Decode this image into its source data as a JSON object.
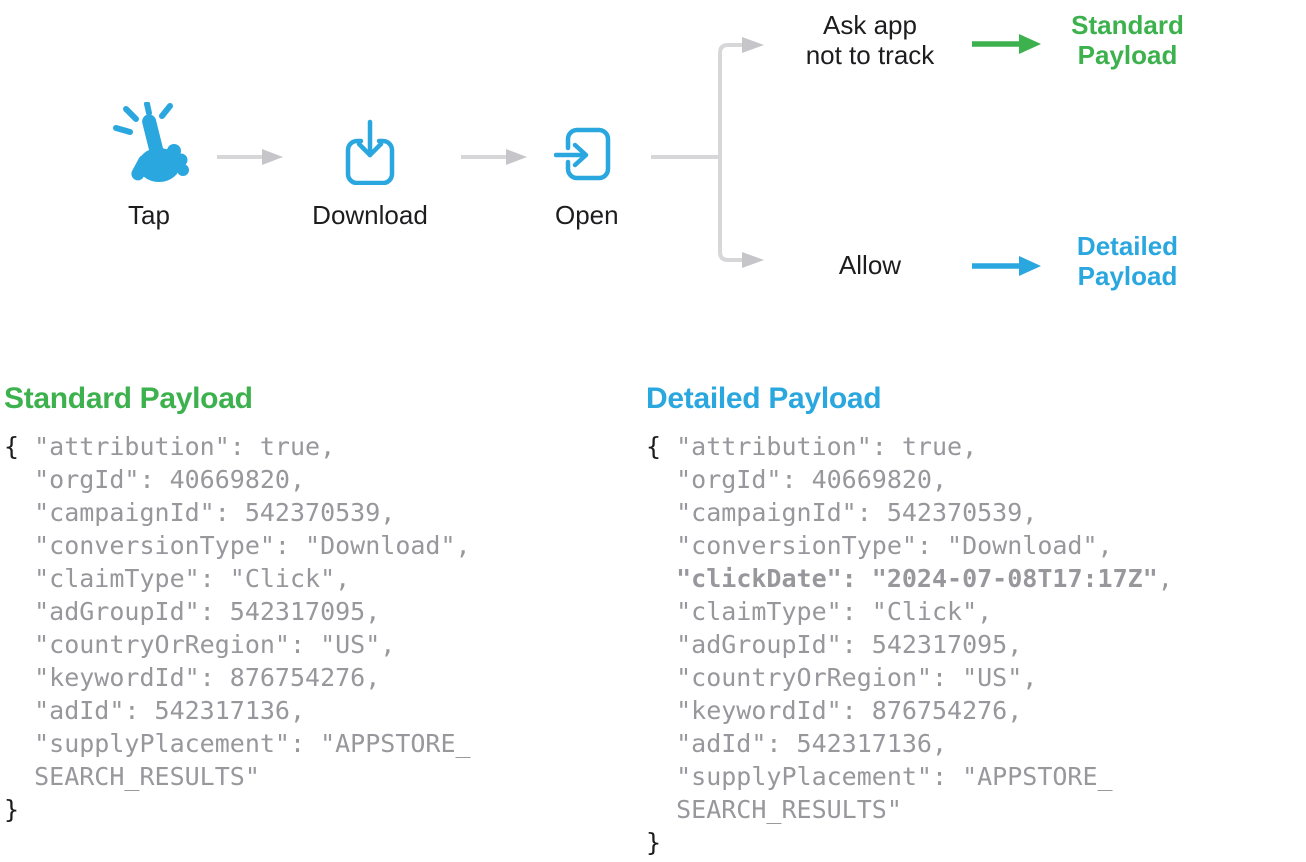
{
  "colors": {
    "blue": "#2BA7DF",
    "green": "#3CB14E",
    "gray_line": "#D7D7DA",
    "gray_head": "#C6C6CA",
    "text_dark": "#1D1D1F",
    "code_gray": "#97979C"
  },
  "flow": {
    "steps": [
      {
        "label": "Tap",
        "icon": "tap-hand-icon"
      },
      {
        "label": "Download",
        "icon": "download-tray-icon"
      },
      {
        "label": "Open",
        "icon": "open-app-icon"
      }
    ],
    "branches": [
      {
        "condition": "Ask app\nnot to track",
        "result": "Standard\nPayload",
        "arrow_color": "#3CB14E"
      },
      {
        "condition": "Allow",
        "result": "Detailed\nPayload",
        "arrow_color": "#2BA7DF"
      }
    ]
  },
  "payloads": [
    {
      "title": "Standard Payload",
      "lines": [
        [
          {
            "t": "{ ",
            "s": "dark"
          },
          {
            "t": "\"attribution\": true,",
            "s": "gray"
          }
        ],
        [
          {
            "t": "  \"orgId\": 40669820,",
            "s": "gray"
          }
        ],
        [
          {
            "t": "  \"campaignId\": 542370539,",
            "s": "gray"
          }
        ],
        [
          {
            "t": "  \"conversionType\": \"Download\",",
            "s": "gray"
          }
        ],
        [
          {
            "t": "  \"claimType\": \"Click\",",
            "s": "gray"
          }
        ],
        [
          {
            "t": "  \"adGroupId\": 542317095,",
            "s": "gray"
          }
        ],
        [
          {
            "t": "  \"countryOrRegion\": \"US\",",
            "s": "gray"
          }
        ],
        [
          {
            "t": "  \"keywordId\": 876754276,",
            "s": "gray"
          }
        ],
        [
          {
            "t": "  \"adId\": 542317136,",
            "s": "gray"
          }
        ],
        [
          {
            "t": "  \"supplyPlacement\": \"APPSTORE_",
            "s": "gray"
          }
        ],
        [
          {
            "t": "  SEARCH_RESULTS\"",
            "s": "gray"
          }
        ],
        [
          {
            "t": "}",
            "s": "dark"
          }
        ]
      ]
    },
    {
      "title": "Detailed Payload",
      "lines": [
        [
          {
            "t": "{ ",
            "s": "dark"
          },
          {
            "t": "\"attribution\": true,",
            "s": "gray"
          }
        ],
        [
          {
            "t": "  \"orgId\": 40669820,",
            "s": "gray"
          }
        ],
        [
          {
            "t": "  \"campaignId\": 542370539,",
            "s": "gray"
          }
        ],
        [
          {
            "t": "  \"conversionType\": \"Download\",",
            "s": "gray"
          }
        ],
        [
          {
            "t": "  ",
            "s": "gray"
          },
          {
            "t": "\"clickDate\": \"2024-07-08T17:17Z\"",
            "s": "graybold"
          },
          {
            "t": ",",
            "s": "gray"
          }
        ],
        [
          {
            "t": "  \"claimType\": \"Click\",",
            "s": "gray"
          }
        ],
        [
          {
            "t": "  \"adGroupId\": 542317095,",
            "s": "gray"
          }
        ],
        [
          {
            "t": "  \"countryOrRegion\": \"US\",",
            "s": "gray"
          }
        ],
        [
          {
            "t": "  \"keywordId\": 876754276,",
            "s": "gray"
          }
        ],
        [
          {
            "t": "  \"adId\": 542317136,",
            "s": "gray"
          }
        ],
        [
          {
            "t": "  \"supplyPlacement\": \"APPSTORE_",
            "s": "gray"
          }
        ],
        [
          {
            "t": "  SEARCH_RESULTS\"",
            "s": "gray"
          }
        ],
        [
          {
            "t": "}",
            "s": "dark"
          }
        ]
      ]
    }
  ]
}
